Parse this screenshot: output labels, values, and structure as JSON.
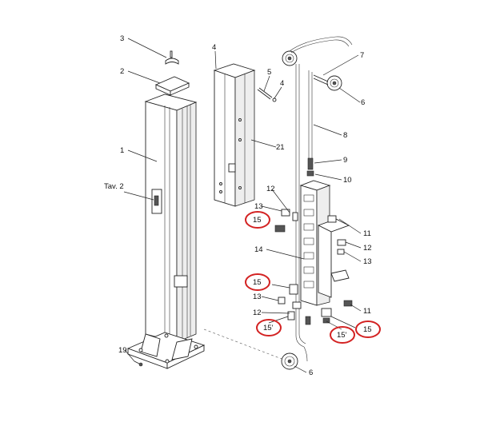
{
  "labels": {
    "p1": "1",
    "p2": "2",
    "p3": "3",
    "p4a": "4",
    "p4b": "4",
    "p5": "5",
    "p6a": "6",
    "p6b": "6",
    "p7": "7",
    "p8": "8",
    "p9": "9",
    "p10": "10",
    "p11a": "11",
    "p11b": "11",
    "p12a": "12",
    "p12b": "12",
    "p12c": "12",
    "p13a": "13",
    "p13b": "13",
    "p13c": "13",
    "p14": "14",
    "p15a": "15",
    "p15b": "15",
    "p15c": "15",
    "p15pa": "15'",
    "p15pb": "15'",
    "p19": "19",
    "p21": "21",
    "tav": "Tav. 2"
  },
  "colors": {
    "highlight_ring": "#d32222",
    "line": "#222222"
  }
}
